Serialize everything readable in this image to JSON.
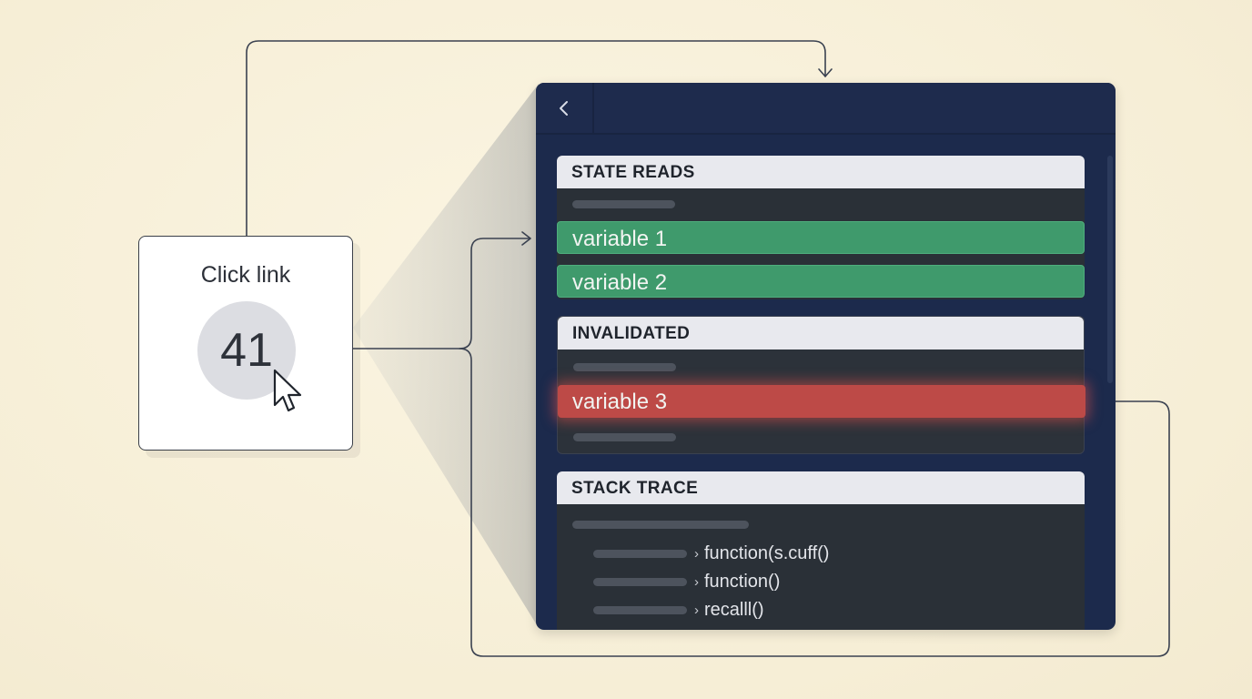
{
  "click_card": {
    "label": "Click link",
    "link_number": "41"
  },
  "panel": {
    "back_icon": "chevron-left-icon",
    "sections": {
      "state_reads": {
        "title": "STATE READS",
        "variables": [
          "variable 1",
          "variable 2"
        ]
      },
      "invalidated": {
        "title": "INVALIDATED",
        "variables": [
          "variable 3"
        ]
      },
      "stack_trace": {
        "title": "STACK TRACE",
        "calls": [
          "function(s.cuff()",
          "function()",
          "recalll()"
        ]
      }
    }
  },
  "colors": {
    "background": "#f7f0d9",
    "panel": "#1c2a4c",
    "read_variable": "#3f9a6c",
    "invalidated_variable": "#bd4a47",
    "connector": "#3a4150"
  }
}
